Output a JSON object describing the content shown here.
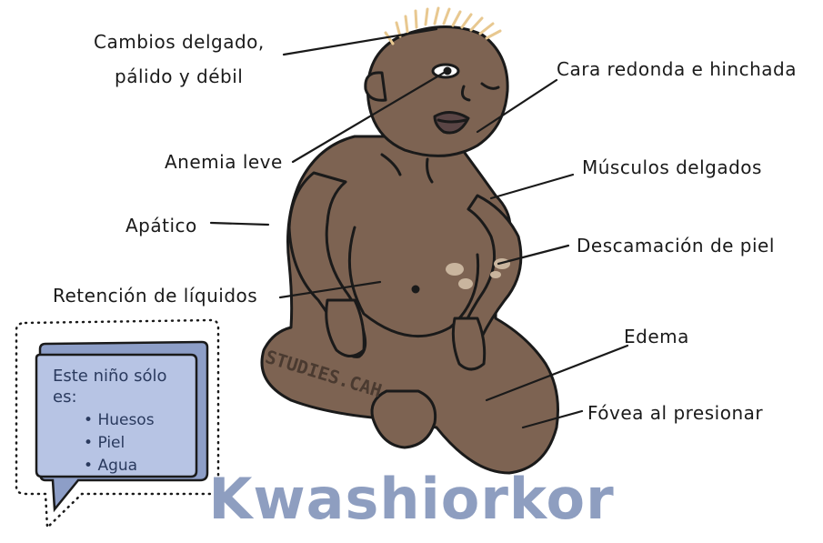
{
  "labels": {
    "cambios": [
      "Cambios delgado,",
      "pálido y débil"
    ],
    "cara": "Cara redonda e hinchada",
    "anemia": "Anemia leve",
    "musculos": "Músculos delgados",
    "apatico": "Apático",
    "descamacion": "Descamación de piel",
    "retencion": "Retención de líquidos",
    "edema": "Edema",
    "fovea": "Fóvea al presionar"
  },
  "bubble": {
    "intro": [
      "Este niño sólo",
      "es:"
    ],
    "items": [
      "Huesos",
      "Piel",
      "Agua"
    ]
  },
  "watermark": "STUDIES.CAH",
  "title": "Kwashiorkor",
  "colors": {
    "skin": "#7d6352",
    "outline": "#1a1a1a",
    "hair": "#e8c890",
    "bubble_fill": "#b7c4e4",
    "bubble_shadow": "#8d9ec7",
    "title": "#8e9ec0",
    "patch": "#c9b59e"
  }
}
